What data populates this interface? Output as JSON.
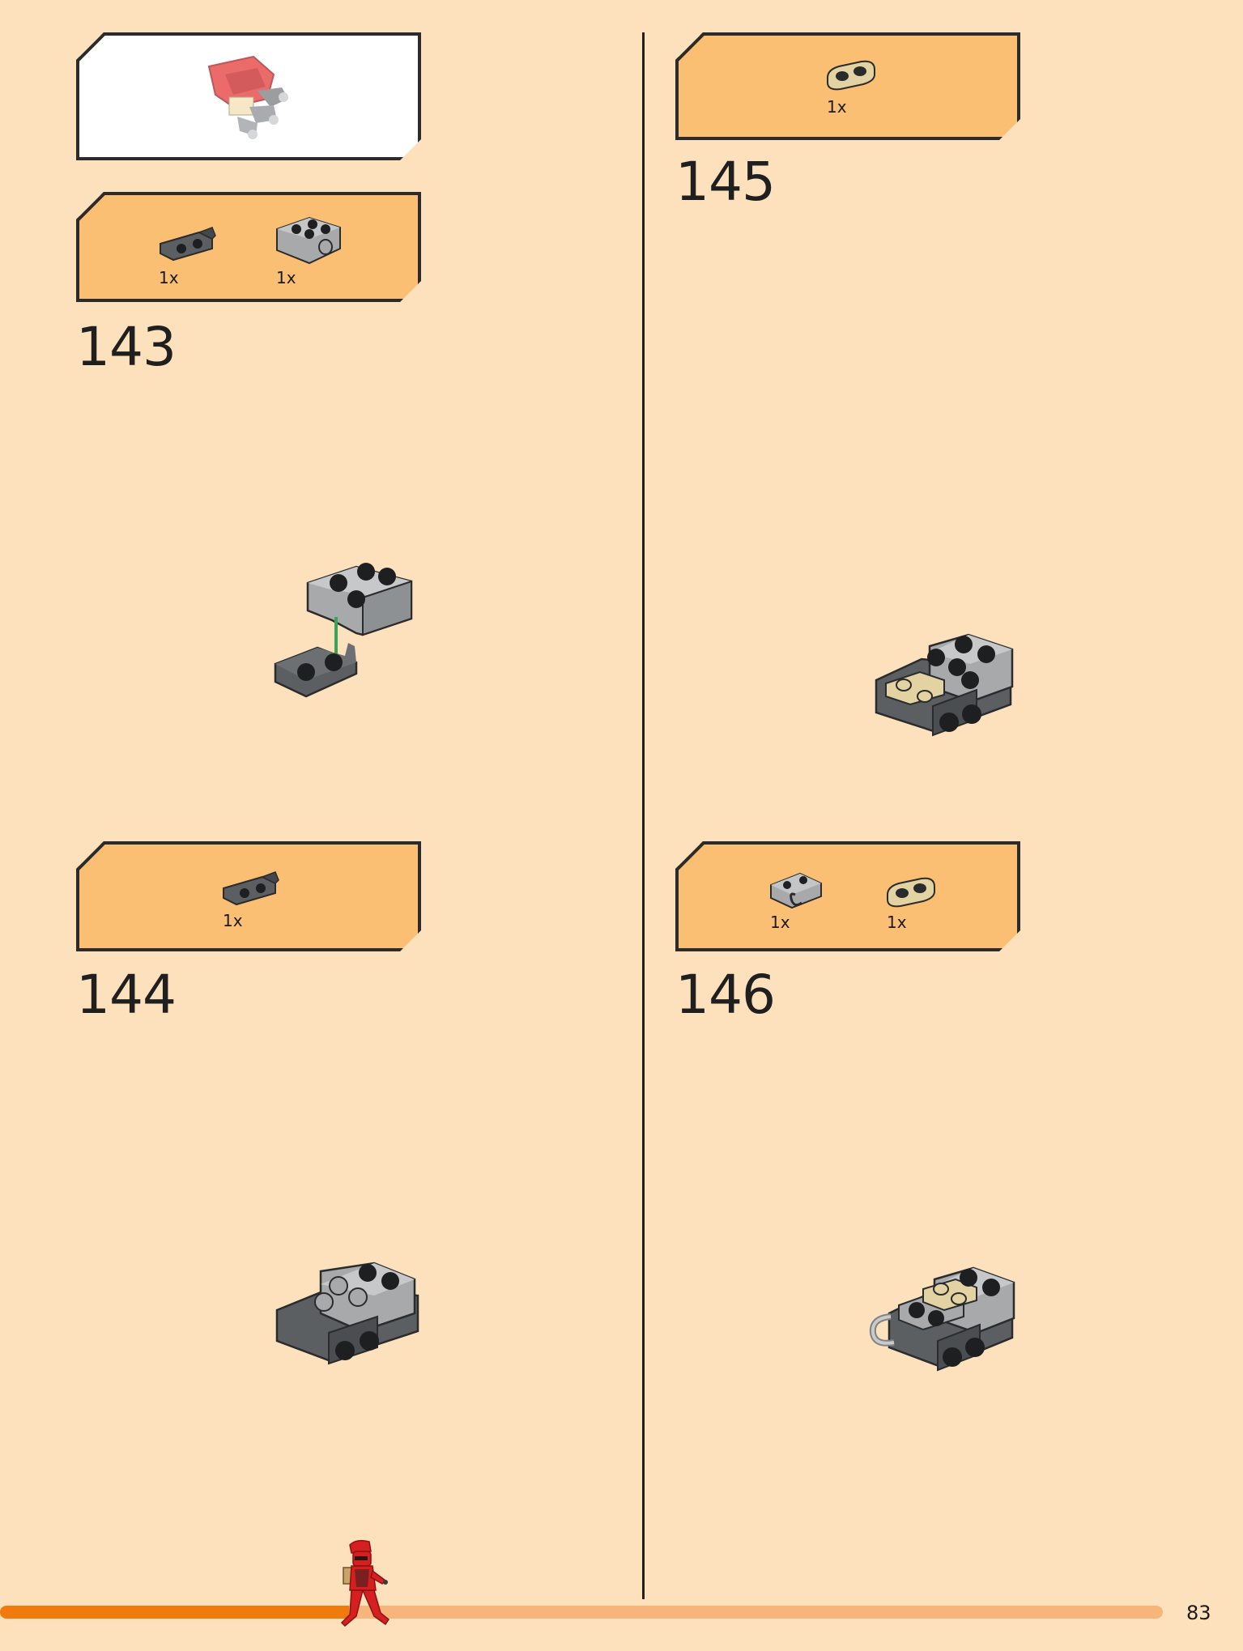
{
  "steps": {
    "s143": {
      "number": "143",
      "parts": [
        {
          "qty": "1x",
          "name": "dark-gray-bracket-1x2"
        },
        {
          "qty": "1x",
          "name": "light-gray-brick-2x2-with-hole"
        }
      ]
    },
    "s144": {
      "number": "144",
      "parts": [
        {
          "qty": "1x",
          "name": "dark-gray-bracket-1x2"
        }
      ]
    },
    "s145": {
      "number": "145",
      "parts": [
        {
          "qty": "1x",
          "name": "tan-plate-1x2-rounded"
        }
      ]
    },
    "s146": {
      "number": "146",
      "parts": [
        {
          "qty": "1x",
          "name": "light-gray-plate-with-clip"
        },
        {
          "qty": "1x",
          "name": "tan-plate-1x2-rounded"
        }
      ]
    }
  },
  "subassembly_preview": "red-dragon-arm-model",
  "page_number": "83",
  "progress": 0.3,
  "colors": {
    "background": "#fde1bc",
    "parts_panel": "#fbbf73",
    "progress_fill": "#f07a0c",
    "progress_track": "#f7b57c",
    "arrow": "#3aa35a",
    "dark_gray": "#5c5f62",
    "light_gray": "#a7a9ab",
    "tan": "#e3d3a2",
    "red": "#d61f1f"
  }
}
